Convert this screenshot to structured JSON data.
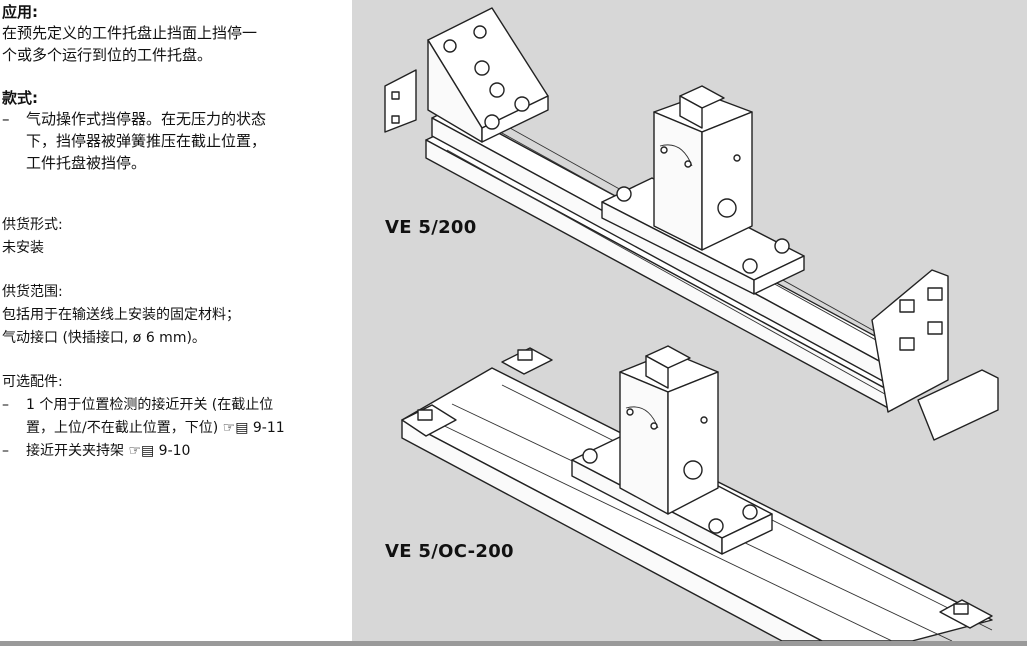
{
  "sections": {
    "application": {
      "title": "应用:",
      "lines": [
        "在预先定义的工件托盘止挡面上挡停一",
        "个或多个运行到位的工件托盘。"
      ]
    },
    "design": {
      "title": "款式:",
      "items": [
        [
          "气动操作式挡停器。在无压力的状态",
          "下，挡停器被弹簧推压在截止位置，",
          "工件托盘被挡停。"
        ]
      ]
    },
    "delivery_form": {
      "title": "供货形式:",
      "lines": [
        "未安装"
      ]
    },
    "scope": {
      "title": "供货范围:",
      "lines": [
        "包括用于在输送线上安装的固定材料；",
        "气动接口 (快插接口, ø 6 mm)。"
      ]
    },
    "options": {
      "title": "可选配件:",
      "items": [
        {
          "lines": [
            "1 个用于位置检测的接近开关 (在截止位",
            "置，上位/不在截止位置，下位)"
          ],
          "ref": "☞▤ 9-11"
        },
        {
          "lines": [
            "接近开关夹持架"
          ],
          "ref": "☞▤ 9-10"
        }
      ]
    }
  },
  "captions": [
    "VE 5/200",
    "VE 5/OC-200"
  ]
}
